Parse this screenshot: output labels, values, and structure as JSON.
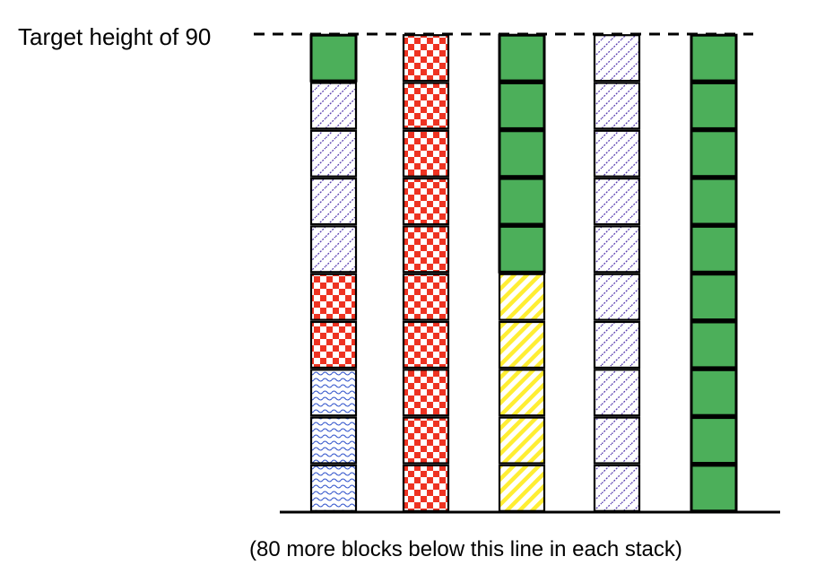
{
  "target_label": "Target height of 90",
  "footnote": "(80 more blocks below this line in each stack)",
  "patterns": {
    "green": {
      "kind": "solid",
      "fill": "#4caf5a"
    },
    "purple": {
      "kind": "diagonal-dash",
      "color": "#5a3fb0"
    },
    "red": {
      "kind": "checker",
      "color": "#ee3322"
    },
    "blue": {
      "kind": "wave",
      "color": "#3355cc"
    },
    "yellow": {
      "kind": "stripes",
      "color": "#ffee33"
    }
  },
  "stacks": [
    {
      "blocks_top_to_bottom": [
        "green",
        "purple",
        "purple",
        "purple",
        "purple",
        "red",
        "red",
        "blue",
        "blue",
        "blue"
      ]
    },
    {
      "blocks_top_to_bottom": [
        "red",
        "red",
        "red",
        "red",
        "red",
        "red",
        "red",
        "red",
        "red",
        "red"
      ]
    },
    {
      "blocks_top_to_bottom": [
        "green",
        "green",
        "green",
        "green",
        "green",
        "yellow",
        "yellow",
        "yellow",
        "yellow",
        "yellow"
      ]
    },
    {
      "blocks_top_to_bottom": [
        "purple",
        "purple",
        "purple",
        "purple",
        "purple",
        "purple",
        "purple",
        "purple",
        "purple",
        "purple"
      ]
    },
    {
      "blocks_top_to_bottom": [
        "green",
        "green",
        "green",
        "green",
        "green",
        "green",
        "green",
        "green",
        "green",
        "green"
      ]
    }
  ]
}
